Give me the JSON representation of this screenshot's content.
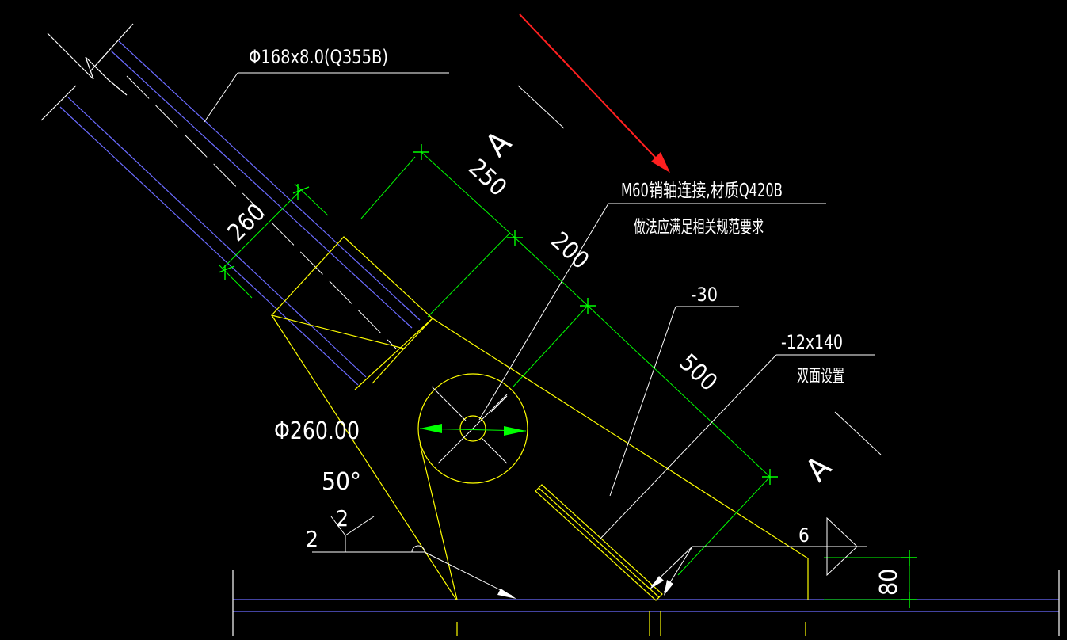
{
  "drawing": {
    "pipe_label": "Φ168x8.0(Q355B)",
    "pin_note_line1": "M60销轴连接,材质Q420B",
    "pin_note_line2": "做法应满足相关规范要求",
    "plate_thk_label": "-30",
    "stiffener_label": "-12x140",
    "stiffener_note": "双面设置",
    "circle_dia_label": "Φ260.00",
    "angle_label": "50°",
    "weld_size_left_a": "2",
    "weld_size_left_b": "2",
    "weld_size_right": "6",
    "section_mark": "A",
    "dims": {
      "d260": "260",
      "d250": "250",
      "d200": "200",
      "d500": "500",
      "d80": "80"
    },
    "colors": {
      "background": "#000000",
      "text": "#ffffff",
      "plate": "#ffff00",
      "pipe": "#5555ff",
      "dimension": "#00ff00",
      "arrow_highlight": "#ff2020"
    }
  }
}
